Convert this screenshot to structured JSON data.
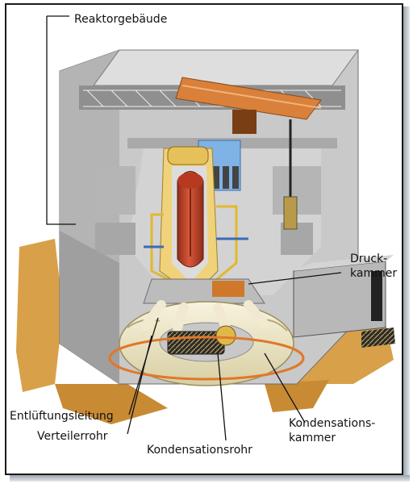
{
  "labels": {
    "reactor_building": "Reaktorgebäude",
    "pressure_chamber_1": "Druck-",
    "pressure_chamber_2": "kammer",
    "vent_line": "Entlüftungsleitung",
    "distributor_pipe": "Verteilerrohr",
    "condensation_pipe": "Kondensationsrohr",
    "condensation_chamber_1": "Kondensations-",
    "condensation_chamber_2": "kammer"
  },
  "colors": {
    "concrete": "#c9c9c9",
    "concrete_dark": "#9d9d9d",
    "ground": "#d9a04a",
    "crane": "#d9803a",
    "reactor_vessel": "#c0452a",
    "pool_water": "#7fb2e5",
    "torus": "#ede8c8",
    "ring_pipe": "#e0782a"
  }
}
